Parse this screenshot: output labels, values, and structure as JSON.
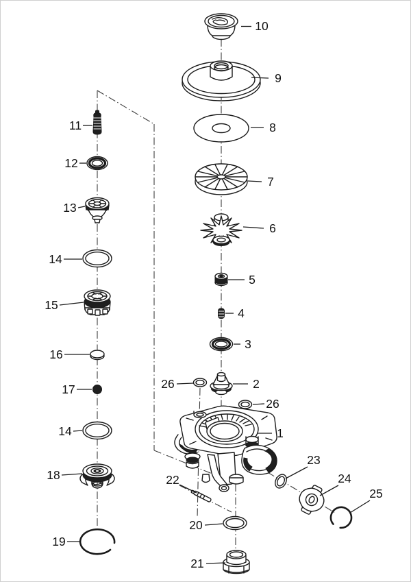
{
  "figure": {
    "kind": "exploded-parts-diagram",
    "colors": {
      "line": "#1a1a1a",
      "centerline": "#3c3c3c",
      "background": "#ffffff",
      "page_border": "#cfcfcf"
    }
  },
  "callouts": {
    "c1": {
      "label": "1",
      "shape": "pump-housing"
    },
    "c2": {
      "label": "2",
      "shape": "valve-cone"
    },
    "c3": {
      "label": "3",
      "shape": "o-ring"
    },
    "c4": {
      "label": "4",
      "shape": "spring-small"
    },
    "c5": {
      "label": "5",
      "shape": "nut"
    },
    "c6": {
      "label": "6",
      "shape": "impeller-star"
    },
    "c7": {
      "label": "7",
      "shape": "ribbed-disc"
    },
    "c8": {
      "label": "8",
      "shape": "washer-disc"
    },
    "c9": {
      "label": "9",
      "shape": "cover-disc-with-hub"
    },
    "c10": {
      "label": "10",
      "shape": "cap"
    },
    "c11": {
      "label": "11",
      "shape": "spring-dark"
    },
    "c12": {
      "label": "12",
      "shape": "o-ring-thick"
    },
    "c13": {
      "label": "13",
      "shape": "valve-cartridge"
    },
    "c14a": {
      "label": "14",
      "shape": "o-ring-large"
    },
    "c14b": {
      "label": "14",
      "shape": "o-ring-large"
    },
    "c15": {
      "label": "15",
      "shape": "valve-cage"
    },
    "c16": {
      "label": "16",
      "shape": "disc-small"
    },
    "c17": {
      "label": "17",
      "shape": "ball"
    },
    "c18": {
      "label": "18",
      "shape": "bayonet-cap"
    },
    "c19": {
      "label": "19",
      "shape": "snap-ring-large"
    },
    "c20": {
      "label": "20",
      "shape": "o-ring"
    },
    "c21": {
      "label": "21",
      "shape": "plug-cap-hex"
    },
    "c22": {
      "label": "22",
      "shape": "pin"
    },
    "c23": {
      "label": "23",
      "shape": "o-ring-small-tilted"
    },
    "c24": {
      "label": "24",
      "shape": "outlet-fitting"
    },
    "c25": {
      "label": "25",
      "shape": "snap-ring-small"
    },
    "c26a": {
      "label": "26",
      "shape": "seal-ring-small"
    },
    "c26b": {
      "label": "26",
      "shape": "seal-ring-small"
    }
  }
}
